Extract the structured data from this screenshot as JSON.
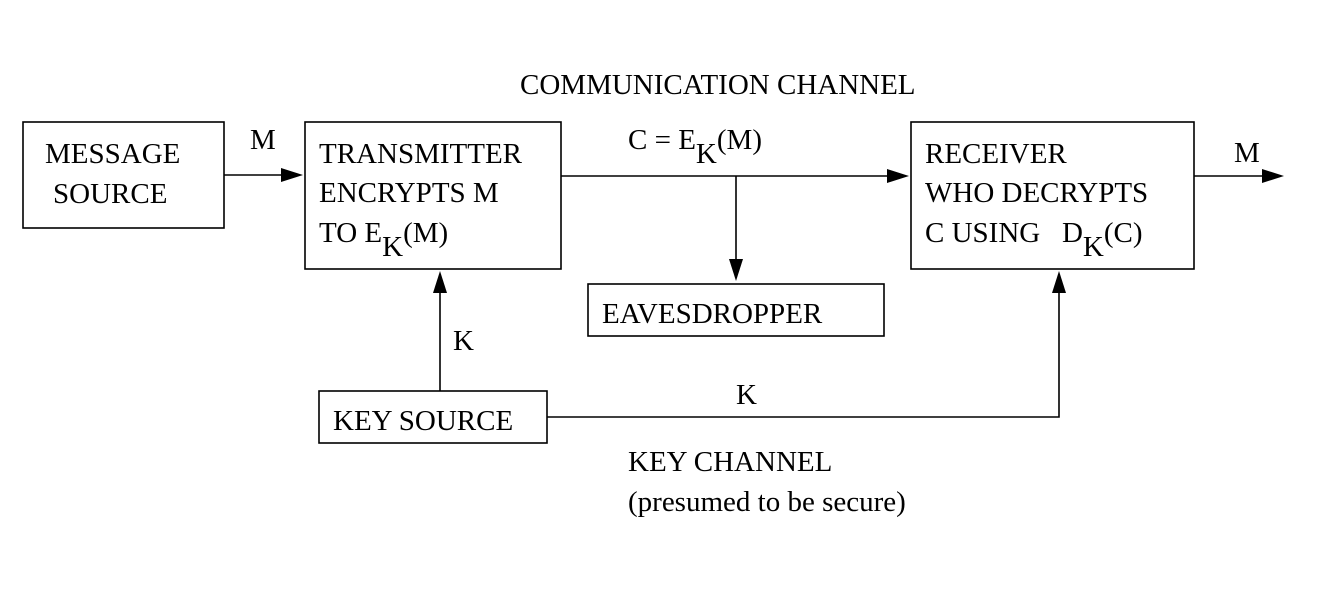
{
  "labels": {
    "communication_channel": "COMMUNICATION CHANNEL",
    "key_channel": "KEY CHANNEL",
    "key_channel_note": "(presumed to be secure)"
  },
  "message_source": {
    "line1": "MESSAGE",
    "line2": "SOURCE"
  },
  "transmitter": {
    "line1": "TRANSMITTER",
    "line2": "ENCRYPTS M",
    "line3_prefix": "TO E",
    "line3_sub": "K",
    "line3_suffix": "(M)"
  },
  "receiver": {
    "line1": "RECEIVER",
    "line2": "WHO DECRYPTS",
    "line3_prefix": "C USING   D",
    "line3_sub": "K",
    "line3_suffix": "(C)"
  },
  "eavesdropper": {
    "label": "EAVESDROPPER"
  },
  "key_source": {
    "label": "KEY SOURCE"
  },
  "arrows": {
    "message_in": "M",
    "message_out": "M",
    "ciphertext_prefix": "C = E",
    "ciphertext_sub": "K",
    "ciphertext_suffix": "(M)",
    "key_to_transmitter": "K",
    "key_to_receiver": "K"
  }
}
